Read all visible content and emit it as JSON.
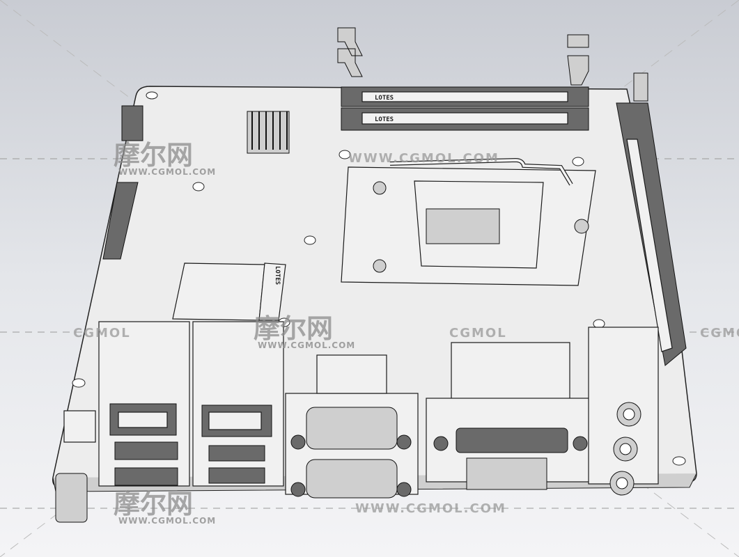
{
  "watermarks": {
    "chinese": "摩尔网",
    "url": "WWW.CGMOL.COM",
    "brand": "CGMOL"
  },
  "component_labels": {
    "dimm_1": "LOTES",
    "dimm_2": "LOTES",
    "msata": "LOTES"
  }
}
